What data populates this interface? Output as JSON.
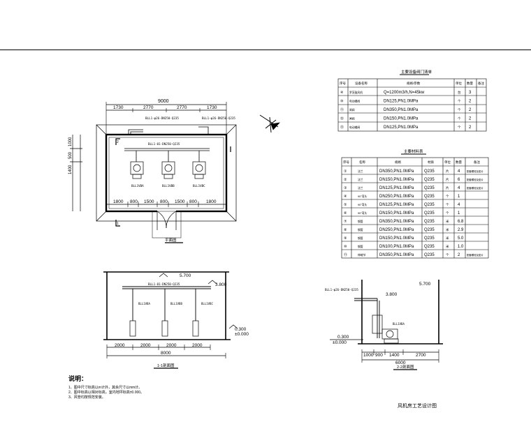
{
  "plan": {
    "top_total": "9000",
    "top_segments": [
      "1730",
      "2770",
      "2770",
      "1730"
    ],
    "left_dims": [
      "1000",
      "1400",
      "500"
    ],
    "bottom_segments": [
      "1800",
      "800",
      "1500",
      "800",
      "1500",
      "800",
      "1800"
    ],
    "pipe_tag_1": "BLL1-φ26-DN250-Q235",
    "pipe_tag_2": "BLL1-φ26-DN250-Q235",
    "pipe_tag_main": "BLL1-01-DN250-Q235",
    "unit_labels": [
      "BLL1VBA",
      "BLL1VBB",
      "BLL1VBC"
    ],
    "title": "平面图",
    "marker_a": "1",
    "marker_b": "2"
  },
  "section11": {
    "elev_top": "5.700",
    "elev_mid": "3.800",
    "elev_low": "0.300",
    "elev_floor": "±0.000",
    "pipe_tag": "BLL1-01-DN250-Q235",
    "dims": [
      "2000",
      "2000",
      "2000",
      "2000"
    ],
    "total": "8000",
    "title": "1-1剖面图",
    "blower_labels": [
      "BLL1VBA",
      "BLL1VBB",
      "BLL1VBC"
    ]
  },
  "section22": {
    "pipe_tag": "BLL1-φ26-DN250-Q235",
    "elev_top": "5.700",
    "elev_mid": "3.800",
    "elev_low": "0.300",
    "elev_floor": "±0.000",
    "dims": [
      "1000",
      "900",
      "1400",
      "2700"
    ],
    "total": "6000",
    "title": "2-2剖面图",
    "unit_label": "BLL1VBA"
  },
  "notes": {
    "heading": "说明：",
    "lines": [
      "1、图中尺寸标高以m计外，其余尺寸以mm计。",
      "2、图中标高以相对标高，室内地坪标高±0.000。",
      "3、风管均按规范安装。"
    ]
  },
  "drawing_title": "风机房工艺设计图",
  "equip_table": {
    "title": "主要设备阀门清单",
    "headers": [
      "序号",
      "设备名称",
      "规格/参数",
      "单位",
      "数量",
      "备注"
    ],
    "rows": [
      [
        "④",
        "罗茨鼓风机",
        "Q=1200m3/h,N=45kw",
        "台",
        "3",
        ""
      ],
      [
        "⑩",
        "电动蝶阀",
        "DN125,PN1.0MPa",
        "个",
        "2",
        ""
      ],
      [
        "⑪",
        "闸阀",
        "DN350,PN1.0MPa",
        "个",
        "2",
        ""
      ],
      [
        "⑫",
        "闸阀",
        "DN150,PN1.0MPa",
        "个",
        "2",
        ""
      ],
      [
        "⑬",
        "电动蝶阀",
        "DN125,PN1.0MPa",
        "个",
        "2",
        ""
      ]
    ]
  },
  "material_table": {
    "title": "主要材料表",
    "headers": [
      "序号",
      "名称",
      "规格",
      "材质",
      "单位",
      "数量",
      "备注"
    ],
    "rows": [
      [
        "①",
        "法兰",
        "DN350,PN1.0MPa",
        "Q235",
        "片",
        "4",
        "配套螺栓及垫片"
      ],
      [
        "②",
        "法兰",
        "DN150,PN1.0MPa",
        "Q235",
        "片",
        "6",
        "配套螺栓及垫片"
      ],
      [
        "③",
        "法兰",
        "DN125,PN1.0MPa",
        "Q235",
        "片",
        "4",
        "配套螺栓及垫片"
      ],
      [
        "④",
        "90°弯头",
        "DN250,PN1.0MPa",
        "Q235",
        "个",
        "1",
        ""
      ],
      [
        "⑤",
        "90°弯头",
        "DN125,PN1.0MPa",
        "Q235",
        "个",
        "4",
        ""
      ],
      [
        "⑥",
        "90°弯头",
        "DN150,PN1.0MPa",
        "Q235",
        "个",
        "1",
        ""
      ],
      [
        "⑦",
        "钢管",
        "DN350,PN1.0MPa",
        "Q235",
        "米",
        "6.8",
        ""
      ],
      [
        "⑧",
        "钢管",
        "DN250,PN1.0MPa",
        "Q235",
        "米",
        "2.9",
        ""
      ],
      [
        "⑨",
        "钢管",
        "DN150,PN1.0MPa",
        "Q235",
        "米",
        "5.0",
        ""
      ],
      [
        "⑩",
        "钢管",
        "DN100,PN1.0MPa",
        "Q235",
        "米",
        "1.0",
        ""
      ],
      [
        "⑪",
        "伸缩节",
        "DN350,PN1.0MPa",
        "Q235",
        "个",
        "2",
        "配套螺栓及垫片"
      ]
    ]
  }
}
